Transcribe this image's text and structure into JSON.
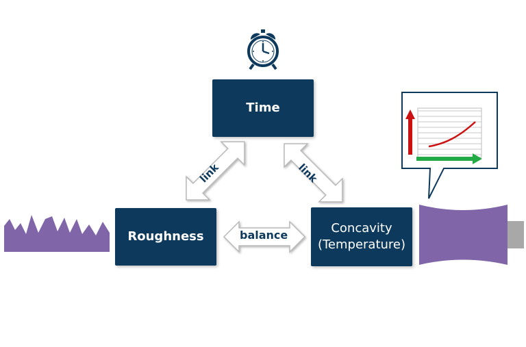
{
  "nodes": {
    "time": "Time",
    "roughness": "Roughness",
    "concavity_line1": "Concavity",
    "concavity_line2": "(Temperature)"
  },
  "edges": {
    "left": "link",
    "right": "link",
    "bottom": "balance"
  },
  "icons": {
    "top": "alarm-clock-icon",
    "left": "roughness-profile-icon",
    "right": "concave-workpiece-icon",
    "callout": "rising-curve-chart-icon"
  },
  "colors": {
    "box": "#0d3a5c",
    "profile": "#8066a8",
    "chart_up_arrow": "#cc1111",
    "chart_right_arrow": "#22aa44",
    "curve": "#cc1111"
  }
}
